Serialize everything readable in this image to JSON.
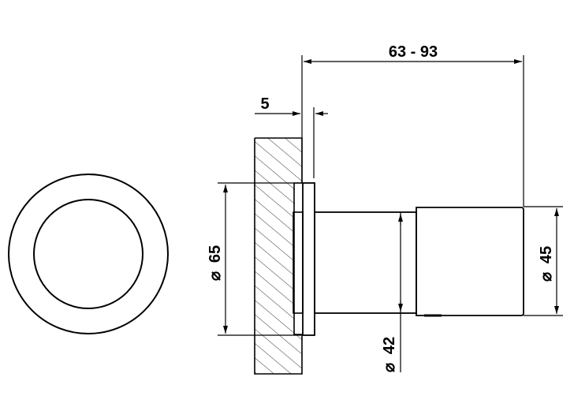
{
  "dimensions": {
    "projection": "63 - 93",
    "flange_thickness": "5",
    "flange_diameter": "65",
    "body_diameter": "42",
    "cap_diameter": "45"
  },
  "symbols": {
    "diameter": "⌀"
  },
  "colors": {
    "stroke": "#000000",
    "background": "#ffffff"
  }
}
